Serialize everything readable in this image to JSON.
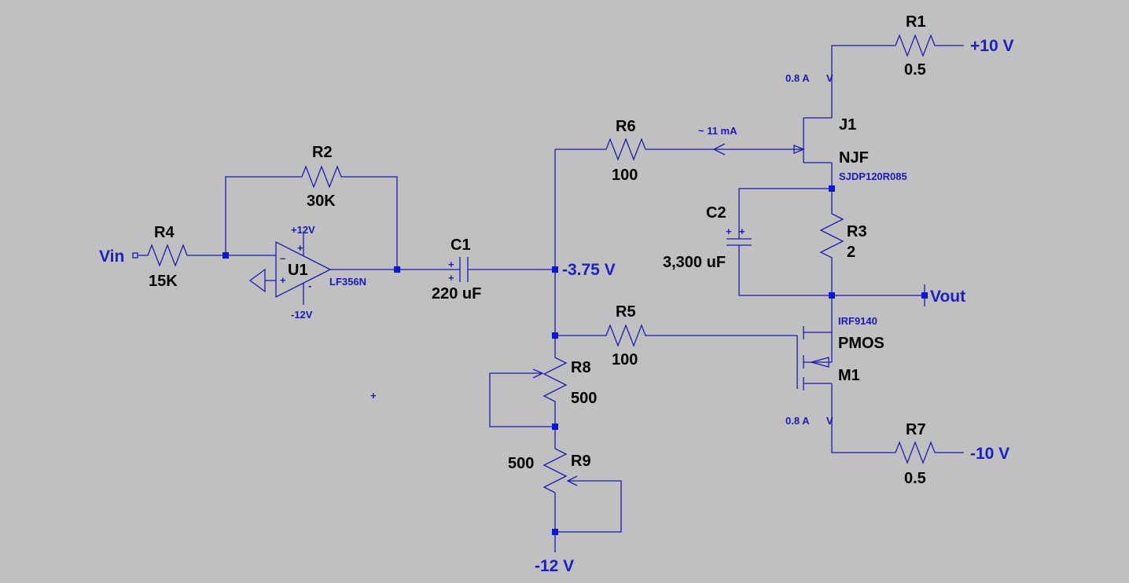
{
  "components": {
    "R1": {
      "ref": "R1",
      "value": "0.5"
    },
    "R2": {
      "ref": "R2",
      "value": "30K"
    },
    "R3": {
      "ref": "R3",
      "value": "2"
    },
    "R4": {
      "ref": "R4",
      "value": "15K"
    },
    "R5": {
      "ref": "R5",
      "value": "100"
    },
    "R6": {
      "ref": "R6",
      "value": "100"
    },
    "R7": {
      "ref": "R7",
      "value": "0.5"
    },
    "R8": {
      "ref": "R8",
      "value": "500"
    },
    "R9": {
      "ref": "R9",
      "value": "500"
    },
    "C1": {
      "ref": "C1",
      "value": "220 uF"
    },
    "C2": {
      "ref": "C2",
      "value": "3,300 uF"
    },
    "U1": {
      "ref": "U1",
      "model": "LF356N",
      "vplus": "+12V",
      "vminus": "-12V"
    },
    "J1": {
      "ref": "J1",
      "type": "NJF",
      "model": "SJDP120R085"
    },
    "M1": {
      "ref": "M1",
      "type": "PMOS",
      "model": "IRF9140"
    }
  },
  "nets": {
    "vin": "Vin",
    "vout": "Vout",
    "pos10": "+10 V",
    "neg10": "-10 V",
    "neg12": "-12 V",
    "bias": "-3.75 V"
  },
  "annotations": {
    "j1_current": "0.8 A",
    "m1_current": "0.8 A",
    "r6_current": "~ 11 mA",
    "v_marker": "V"
  }
}
